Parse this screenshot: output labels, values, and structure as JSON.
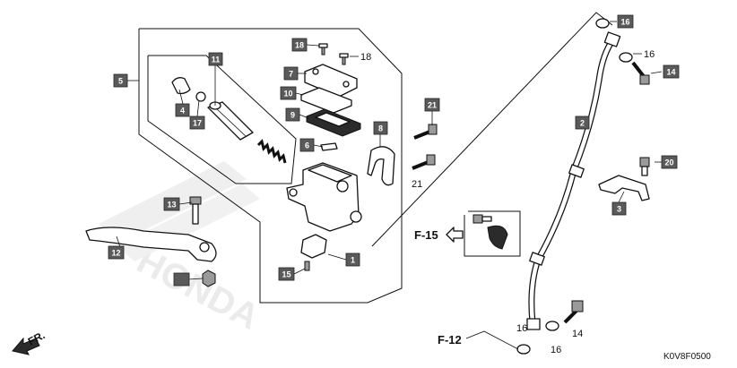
{
  "callouts": {
    "c1": "1",
    "c2": "2",
    "c3": "3",
    "c4": "4",
    "c5": "5",
    "c6": "6",
    "c7": "7",
    "c8": "8",
    "c9": "9",
    "c10": "10",
    "c11": "11",
    "c12": "12",
    "c13": "13",
    "c14a": "14",
    "c14b": "14",
    "c15": "15",
    "c16a": "16",
    "c16b": "16",
    "c16c": "16",
    "c16d": "16",
    "c17": "17",
    "c18a": "18",
    "c18b": "18",
    "c20": "20",
    "c21a": "21",
    "c21b": "21"
  },
  "references": {
    "f15": "F-15",
    "f12": "F-12"
  },
  "direction": "FR.",
  "diagram_code": "K0V8F0500",
  "watermark": "HONDA"
}
